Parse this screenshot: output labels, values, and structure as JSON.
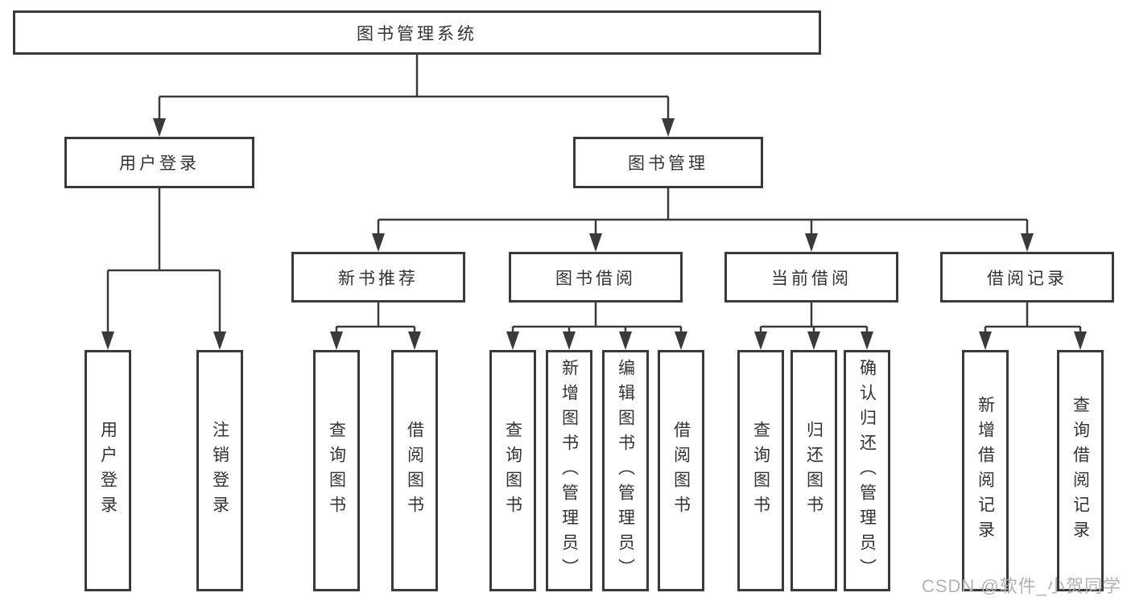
{
  "tree": {
    "root": {
      "label": "图书管理系统"
    },
    "branches": [
      {
        "label": "用户登录",
        "children": [
          {
            "label": "用户登录"
          },
          {
            "label": "注销登录"
          }
        ]
      },
      {
        "label": "图书管理",
        "children": [
          {
            "label": "新书推荐",
            "children": [
              {
                "label": "查询图书"
              },
              {
                "label": "借阅图书"
              }
            ]
          },
          {
            "label": "图书借阅",
            "children": [
              {
                "label": "查询图书"
              },
              {
                "label": "新增图书（管理员）"
              },
              {
                "label": "编辑图书（管理员）"
              },
              {
                "label": "借阅图书"
              }
            ]
          },
          {
            "label": "当前借阅",
            "children": [
              {
                "label": "查询图书"
              },
              {
                "label": "归还图书"
              },
              {
                "label": "确认归还（管理员）"
              }
            ]
          },
          {
            "label": "借阅记录",
            "children": [
              {
                "label": "新增借阅记录"
              },
              {
                "label": "查询借阅记录"
              }
            ]
          }
        ]
      }
    ]
  },
  "watermark": {
    "text": "CSDN @软件_小贺同学"
  },
  "colors": {
    "line": "#3a3a3a",
    "border": "#3a3a3a",
    "text": "#333333",
    "watermark": "#b3b3b3",
    "background": "#ffffff"
  }
}
